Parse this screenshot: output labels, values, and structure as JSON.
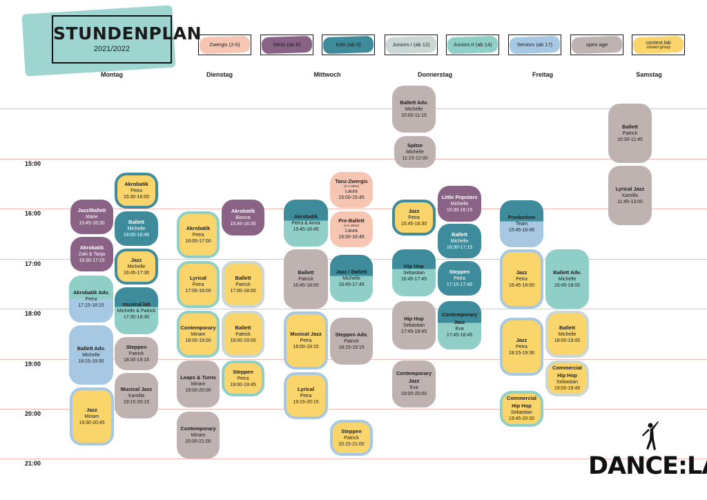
{
  "title": "STUNDENPLAN",
  "subtitle": "2021/2022",
  "logo": "DANCE:LAB",
  "legend": [
    {
      "label": "Zwergis (2-6)",
      "color": "#f6c6b3"
    },
    {
      "label": "Minis (ab 6)",
      "color": "#8a6285"
    },
    {
      "label": "Kids (ab 9)",
      "color": "#3e8c9b"
    },
    {
      "label": "Juniors I (ab 12)",
      "color": "#c9d8d4"
    },
    {
      "label": "Juniors II (ab 14)",
      "color": "#8fcfc8"
    },
    {
      "label": "Seniors (ab 17)",
      "color": "#a7c8e2"
    },
    {
      "label": "open age",
      "color": "#bfb3b1"
    },
    {
      "label": "contest.lab",
      "label2": "closed group",
      "color": "#f9d56b"
    }
  ],
  "days": [
    "Montag",
    "Dienstag",
    "Mittwoch",
    "Donnerstag",
    "Freitag",
    "Samstag"
  ],
  "times": [
    "15:00",
    "16:00",
    "17:00",
    "18:00",
    "19:00",
    "20:00",
    "21:00"
  ],
  "classes": [
    {
      "id": "mo1",
      "name": "Jazz/Ballett",
      "who": "Marie",
      "time": "15:45-16:30"
    },
    {
      "id": "mo2",
      "name": "Akrobatik",
      "who": "Zaki & Tanja",
      "time": "16:30-17:15"
    },
    {
      "id": "mo3",
      "name": "Akrobatik Adv.",
      "who": "Petra",
      "time": "17:15-18:15"
    },
    {
      "id": "mo4",
      "name": "Ballett Adv.",
      "who": "Michelle",
      "time": "18:15-19:30"
    },
    {
      "id": "mo5",
      "name": "Jazz",
      "who": "Miriam",
      "time": "19:30-20:45"
    },
    {
      "id": "mo6",
      "name": "Akrobatik",
      "who": "Petra",
      "time": "15:30-16:00"
    },
    {
      "id": "mo7",
      "name": "Ballett",
      "who": "Michelle",
      "time": "16:00-16:45"
    },
    {
      "id": "mo8",
      "name": "Jazz",
      "who": "Michelle",
      "time": "16:45-17:30"
    },
    {
      "id": "mo9",
      "name": "musical.lab",
      "who": "Michelle & Patrick",
      "time": "17:30-18:30"
    },
    {
      "id": "mo10",
      "name": "Steppen",
      "who": "Patrick",
      "time": "18:30-19:15"
    },
    {
      "id": "mo11",
      "name": "Musical Jazz",
      "who": "Kamilla",
      "time": "19:15-20:15"
    },
    {
      "id": "di1",
      "name": "Akrobatik",
      "who": "Petra",
      "time": "16:00-17:00"
    },
    {
      "id": "di2",
      "name": "Lyrical",
      "who": "Petra",
      "time": "17:00-18:00"
    },
    {
      "id": "di3",
      "name": "Contemporary",
      "who": "Miriam",
      "time": "18:00-19:00"
    },
    {
      "id": "di4",
      "name": "Leaps & Turns",
      "who": "Miriam",
      "time": "19:00-20:00"
    },
    {
      "id": "di5",
      "name": "Contemporary",
      "who": "Miriam",
      "time": "20:00-21:00"
    },
    {
      "id": "di6",
      "name": "Akrobatik",
      "who": "Bianca",
      "time": "15:45-16:30"
    },
    {
      "id": "di7",
      "name": "Ballett",
      "who": "Patrick",
      "time": "17:00-18:00"
    },
    {
      "id": "di8",
      "name": "Ballett",
      "who": "Patrick",
      "time": "18:00-19:00"
    },
    {
      "id": "di9",
      "name": "Steppen",
      "who": "Petra",
      "time": "19:00-19:45"
    },
    {
      "id": "mi1",
      "name": "Akrobatik",
      "who": "Petra & Anna",
      "time": "15:45-16:45"
    },
    {
      "id": "mi2",
      "name": "Ballett",
      "who": "Patrick",
      "time": "16:45-18:00"
    },
    {
      "id": "mi3",
      "name": "Musical Jazz",
      "who": "Petra",
      "time": "18:00-19:15"
    },
    {
      "id": "mi4",
      "name": "Lyrical",
      "who": "Petra",
      "time": "19:15-20:15"
    },
    {
      "id": "mi5",
      "name": "Tanz-Zwergis",
      "sub": "(2-4 Jahre)",
      "who": "Laura",
      "time": "15:00-15:45"
    },
    {
      "id": "mi6",
      "name": "Pre-Ballett",
      "sub": "(4-6 Jahre)",
      "who": "Laura",
      "time": "16:00-16:45"
    },
    {
      "id": "mi7",
      "name": "Jazz / Ballett",
      "who": "Michelle",
      "time": "16:45-17:45"
    },
    {
      "id": "mi8",
      "name": "Steppen Adv.",
      "who": "Patrick",
      "time": "18:15-19:15"
    },
    {
      "id": "mi9",
      "name": "Steppen",
      "who": "Patrick",
      "time": "20:15-21:00"
    },
    {
      "id": "do1",
      "name": "Ballett Adv.",
      "who": "Michelle",
      "time": "10:00-11:15"
    },
    {
      "id": "do2",
      "name": "Spitze",
      "who": "Michelle",
      "time": "11:15-12:00"
    },
    {
      "id": "do3",
      "name": "Jazz",
      "who": "Petra",
      "time": "15:45-16:30"
    },
    {
      "id": "do4",
      "name": "Hip Hop",
      "who": "Sebastian",
      "time": "16:45-17:45"
    },
    {
      "id": "do5",
      "name": "Hip Hop",
      "who": "Sebastian",
      "time": "17:45-18:45"
    },
    {
      "id": "do6",
      "name": "Contemporary Jazz",
      "who": "Eva",
      "time": "19:00-20:00"
    },
    {
      "id": "do7",
      "name": "Little Popstars",
      "who": "Michelle",
      "time": "15:30-16:15"
    },
    {
      "id": "do8",
      "name": "Ballett",
      "who": "Michelle",
      "time": "16:30-17:15"
    },
    {
      "id": "do9",
      "name": "Steppen",
      "who": "Petra",
      "time": "17:15-17:45"
    },
    {
      "id": "do10",
      "name": "Contemporary Jazz",
      "who": "Eva",
      "time": "17:45-18:45"
    },
    {
      "id": "fr1",
      "name": "Production",
      "who": "Team",
      "time": "15:45-16:45"
    },
    {
      "id": "fr2",
      "name": "Jazz",
      "who": "Petra",
      "time": "16:45-18:00"
    },
    {
      "id": "fr3",
      "name": "Jazz",
      "who": "Petra",
      "time": "18:15-19:30"
    },
    {
      "id": "fr4",
      "name": "Commercial Hip Hop",
      "who": "Sebastian",
      "time": "19:45-20:30"
    },
    {
      "id": "fr5",
      "name": "Ballett Adv.",
      "who": "Michelle",
      "time": "16:45-18:00"
    },
    {
      "id": "fr6",
      "name": "Ballett",
      "who": "Michelle",
      "time": "18:00-19:00"
    },
    {
      "id": "fr7",
      "name": "Commercial Hip Hop",
      "who": "Sebastian",
      "time": "19:00-19:45"
    },
    {
      "id": "sa1",
      "name": "Ballett",
      "who": "Patrick",
      "time": "10:30-11:45"
    },
    {
      "id": "sa2",
      "name": "Lyrical Jazz",
      "who": "Kamilla",
      "time": "11:45-13:00"
    }
  ]
}
